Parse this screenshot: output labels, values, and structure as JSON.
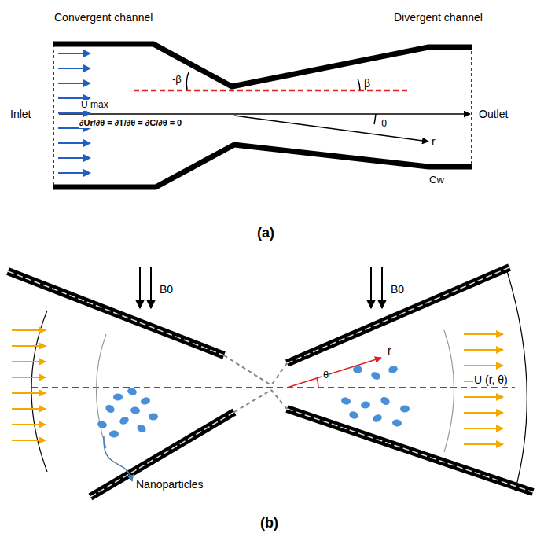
{
  "diagram": {
    "labels": [
      "Convergent channel",
      "Divergent channel",
      "Inlet",
      "Outlet",
      "U max",
      "∂Ur/∂θ = ∂T/∂θ = ∂C/∂θ = 0",
      "-β",
      "β",
      "θ",
      "r",
      "Cw",
      "(a)",
      "B0",
      "B0",
      "r",
      "θ",
      "U (r, θ)",
      "Nanoparticles",
      "(b)"
    ]
  }
}
